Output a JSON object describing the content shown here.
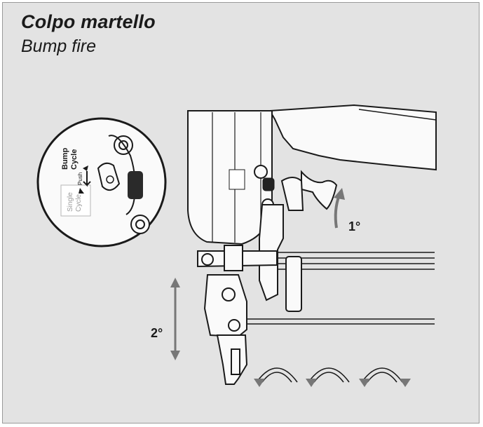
{
  "title": "Colpo martello",
  "subtitle": "Bump fire",
  "inset": {
    "bump_cycle_line1": "Bump",
    "bump_cycle_line2": "Cycle",
    "push": "Push",
    "single_line1": "Single",
    "single_line2": "Cycle"
  },
  "step1": "1°",
  "step2": "2°",
  "colors": {
    "panel": "#e3e3e3",
    "line": "#1a1a1a",
    "tool_fill": "#fafafa"
  }
}
